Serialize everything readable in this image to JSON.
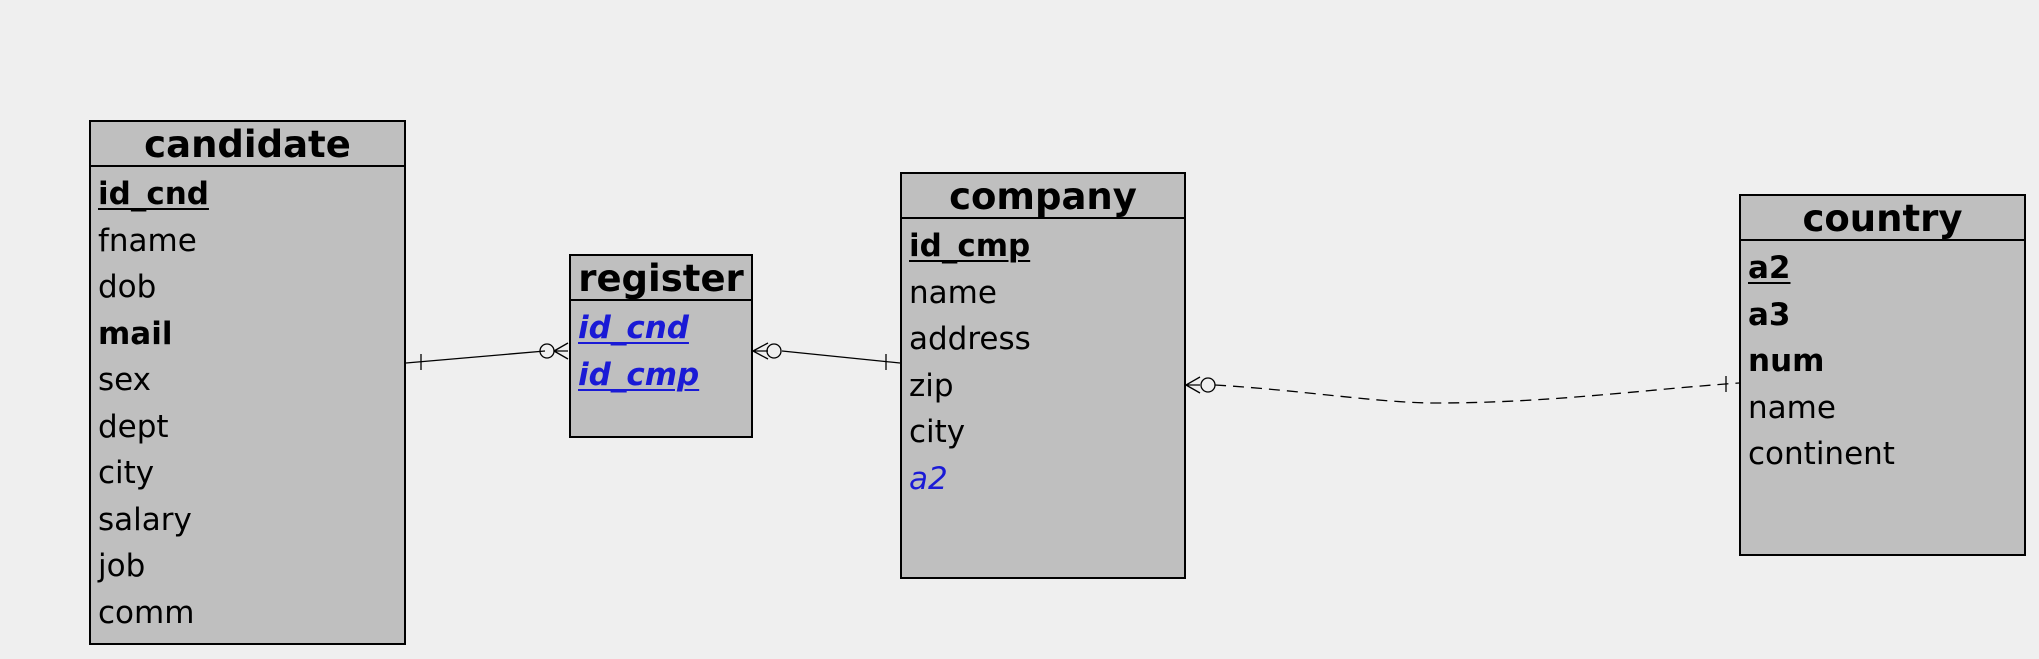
{
  "entities": {
    "candidate": {
      "title": "candidate",
      "attributes": [
        {
          "name": "id_cnd",
          "role": "primary-key"
        },
        {
          "name": "fname",
          "role": "plain"
        },
        {
          "name": "dob",
          "role": "plain"
        },
        {
          "name": "mail",
          "role": "unique"
        },
        {
          "name": "sex",
          "role": "plain"
        },
        {
          "name": "dept",
          "role": "plain"
        },
        {
          "name": "city",
          "role": "plain"
        },
        {
          "name": "salary",
          "role": "plain"
        },
        {
          "name": "job",
          "role": "plain"
        },
        {
          "name": "comm",
          "role": "plain"
        }
      ]
    },
    "register": {
      "title": "register",
      "attributes": [
        {
          "name": "id_cnd",
          "role": "primary-foreign-key"
        },
        {
          "name": "id_cmp",
          "role": "primary-foreign-key"
        }
      ]
    },
    "company": {
      "title": "company",
      "attributes": [
        {
          "name": "id_cmp",
          "role": "primary-key"
        },
        {
          "name": "name",
          "role": "plain"
        },
        {
          "name": "address",
          "role": "plain"
        },
        {
          "name": "zip",
          "role": "plain"
        },
        {
          "name": "city",
          "role": "plain"
        },
        {
          "name": "a2",
          "role": "foreign-key"
        }
      ]
    },
    "country": {
      "title": "country",
      "attributes": [
        {
          "name": "a2",
          "role": "primary-key"
        },
        {
          "name": "a3",
          "role": "unique"
        },
        {
          "name": "num",
          "role": "unique"
        },
        {
          "name": "name",
          "role": "plain"
        },
        {
          "name": "continent",
          "role": "plain"
        }
      ]
    }
  },
  "relationships": [
    {
      "from": "candidate",
      "to": "register",
      "from_cardinality": "one",
      "to_cardinality": "zero-or-many",
      "style": "solid"
    },
    {
      "from": "register",
      "to": "company",
      "from_cardinality": "zero-or-many",
      "to_cardinality": "one",
      "style": "solid"
    },
    {
      "from": "company",
      "to": "country",
      "from_cardinality": "zero-or-many",
      "to_cardinality": "one",
      "style": "dashed"
    }
  ],
  "colors": {
    "canvas": "#efefef",
    "entity_fill": "#bfbfbf",
    "border": "#000000",
    "foreign_key_text": "#1a1ad6"
  }
}
